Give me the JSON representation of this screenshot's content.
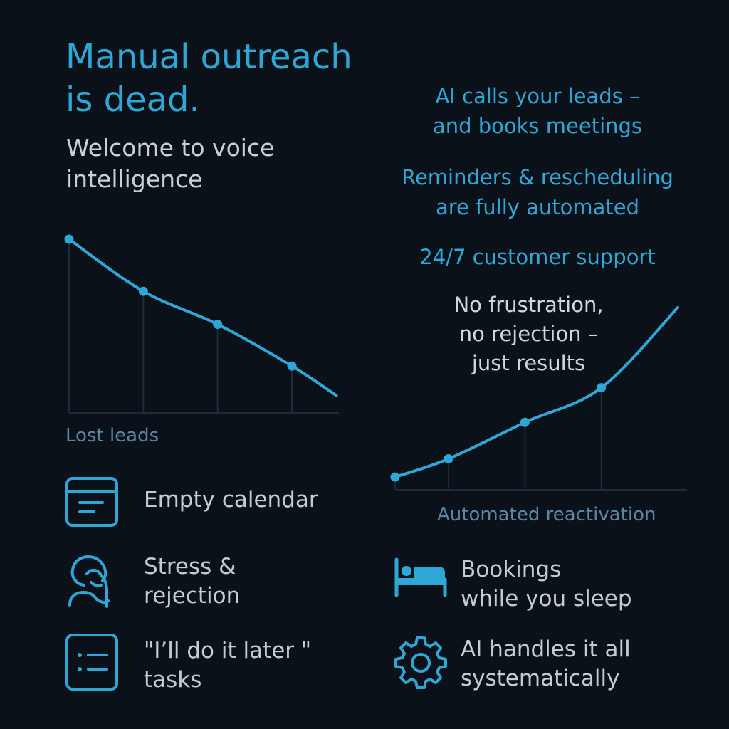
{
  "header": {
    "title_line1": "Manual outreach",
    "title_line2": "is dead.",
    "subtitle_line1": "Welcome to voice",
    "subtitle_line2": "intelligence"
  },
  "benefits": {
    "b1_line1": "AI calls your leads –",
    "b1_line2": "and books meetings",
    "b2_line1": "Reminders & rescheduling",
    "b2_line2": "are fully automated",
    "b3": "24/7 customer support"
  },
  "quote": {
    "line1": "No frustration,",
    "line2": "no rejection –",
    "line3": "just results"
  },
  "chart_data": [
    {
      "type": "line",
      "label": "Lost leads",
      "x": [
        0,
        1,
        2,
        3,
        3.6
      ],
      "y": [
        100,
        70,
        51,
        27,
        10
      ],
      "ylim": [
        0,
        100
      ],
      "grid": "vertical",
      "points": [
        0,
        1,
        2,
        3
      ]
    },
    {
      "type": "line",
      "label": "Automated reactivation",
      "x": [
        -0.7,
        0,
        1,
        2,
        3
      ],
      "y": [
        7,
        17,
        37,
        56,
        100
      ],
      "ylim": [
        0,
        100
      ],
      "grid": "vertical",
      "points": [
        0,
        1,
        2,
        3
      ]
    }
  ],
  "problems": [
    {
      "icon": "calendar-icon",
      "line1": "Empty calendar",
      "line2": ""
    },
    {
      "icon": "stressed-person-icon",
      "line1": "Stress &",
      "line2": "rejection"
    },
    {
      "icon": "task-list-icon",
      "line1": "\"I’ll do it later \"",
      "line2": "tasks"
    }
  ],
  "solutions": [
    {
      "icon": "bed-icon",
      "line1": "Bookings",
      "line2": "while you sleep"
    },
    {
      "icon": "gear-icon",
      "line1": "AI handles it all",
      "line2": "systematically"
    }
  ],
  "colors": {
    "background": "#0b1119",
    "accent": "#2ea6d6",
    "text": "#c9cfd6",
    "muted": "#5a86a3",
    "grid": "#1e2b38"
  }
}
